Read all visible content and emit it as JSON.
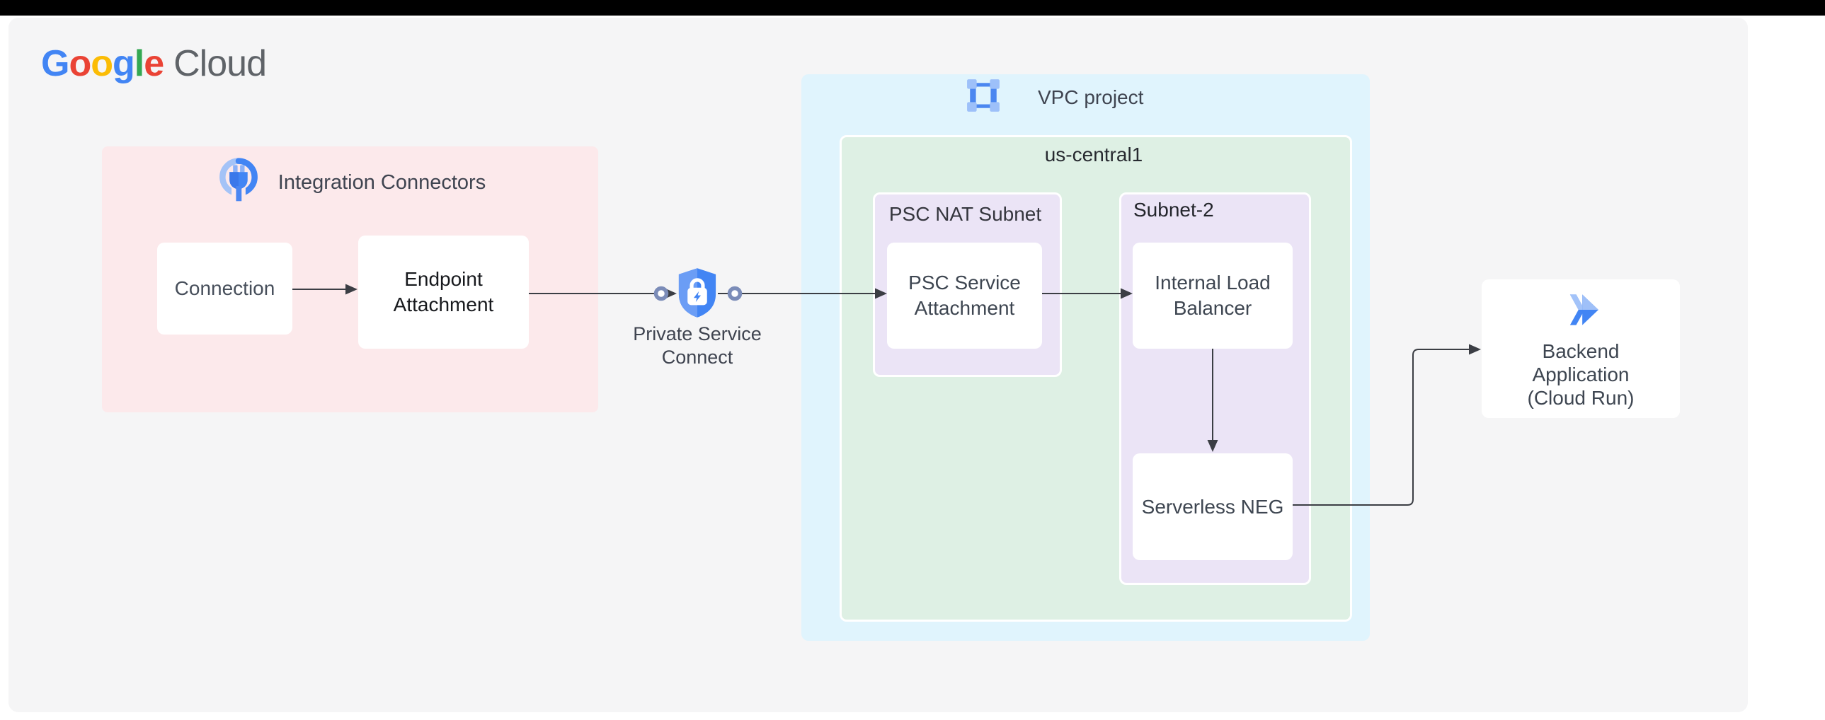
{
  "brand": {
    "letters": [
      {
        "ch": "G",
        "style": "color:#4285F4"
      },
      {
        "ch": "o",
        "style": "color:#EA4335"
      },
      {
        "ch": "o",
        "style": "color:#FBBC05"
      },
      {
        "ch": "g",
        "style": "color:#4285F4"
      },
      {
        "ch": "l",
        "style": "color:#34A853"
      },
      {
        "ch": "e",
        "style": "color:#EA4335"
      }
    ],
    "cloud": "Cloud"
  },
  "containers": {
    "integration_connectors": {
      "title": "Integration Connectors"
    },
    "vpc_project": {
      "title": "VPC project"
    },
    "region": {
      "title": "us-central1"
    },
    "psc_nat_subnet": {
      "title": "PSC NAT Subnet"
    },
    "subnet2": {
      "title": "Subnet-2"
    }
  },
  "nodes": {
    "connection": {
      "label": "Connection"
    },
    "endpoint_attachment": {
      "label": "Endpoint Attachment"
    },
    "private_service_connect": {
      "label": "Private Service Connect"
    },
    "psc_service_attachment": {
      "label": "PSC Service Attachment"
    },
    "internal_load_balancer": {
      "label": "Internal Load Balancer"
    },
    "serverless_neg": {
      "label": "Serverless NEG"
    },
    "backend_application": {
      "label": "Backend Application (Cloud Run)"
    }
  },
  "edges": [
    {
      "from": "connection",
      "to": "endpoint_attachment"
    },
    {
      "from": "endpoint_attachment",
      "to": "private_service_connect"
    },
    {
      "from": "private_service_connect",
      "to": "psc_service_attachment"
    },
    {
      "from": "psc_service_attachment",
      "to": "internal_load_balancer"
    },
    {
      "from": "internal_load_balancer",
      "to": "serverless_neg"
    },
    {
      "from": "serverless_neg",
      "to": "backend_application"
    }
  ],
  "icons": {
    "integration_connectors": "plug-icon",
    "vpc_project": "vpc-frame-icon",
    "private_service_connect": "shield-lock-icon",
    "backend_application": "cloud-run-icon",
    "endpoints": "psc-ring-icon"
  },
  "palette": {
    "brand_blue": "#4285F4",
    "light_blue": "#a4c3f7",
    "pink_container": "#fce9eb",
    "blue_container": "#e0f4fd",
    "green_container": "#def0e4",
    "lavender_container": "#ebe4f6",
    "panel_gray": "#f5f5f6",
    "topbar_black": "#000000",
    "wire_gray": "#3b3e44",
    "ring_blue": "#7b8cb8",
    "text_gray": "#3f4450"
  }
}
